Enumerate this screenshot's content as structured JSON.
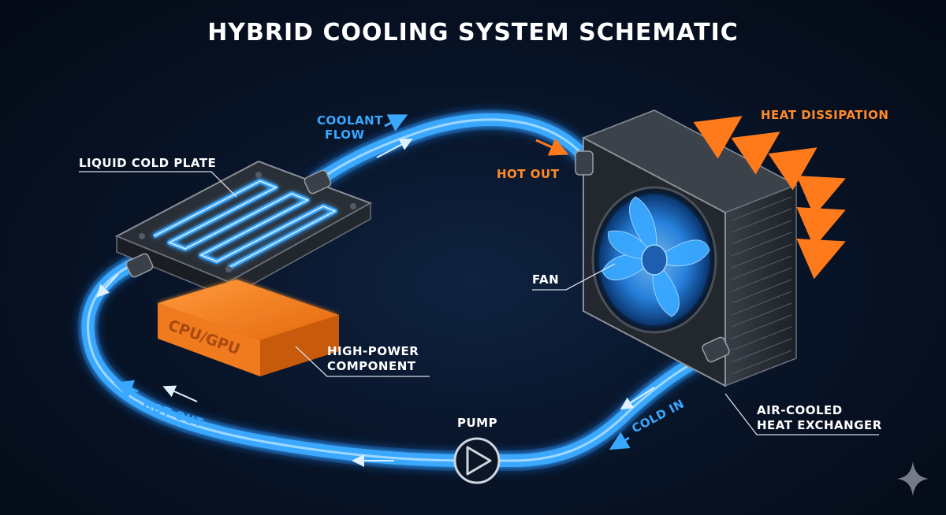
{
  "title": "HYBRID COOLING SYSTEM SCHEMATIC",
  "labels": {
    "liquid_cold_plate": "LIQUID COLD PLATE",
    "coolant_flow_line1": "COOLANT",
    "coolant_flow_line2": "FLOW",
    "hot_out_top": "HOT OUT",
    "heat_dissipation": "HEAT DISSIPATION",
    "fan": "FAN",
    "cpu_gpu": "CPU/GPU",
    "high_power_line1": "HIGH-POWER",
    "high_power_line2": "COMPONENT",
    "hot_out_bottom": "HOT OUT",
    "pump": "PUMP",
    "cold_in": "COLD IN",
    "exchanger_line1": "AIR-COOLED",
    "exchanger_line2": "HEAT EXCHANGER"
  },
  "colors": {
    "coolant": "#2f9bff",
    "heat": "#ff7a1a",
    "background": "#061022"
  },
  "icons": {
    "pump": "pump-symbol-icon",
    "fan": "fan-icon",
    "corner": "sparkle-icon"
  }
}
